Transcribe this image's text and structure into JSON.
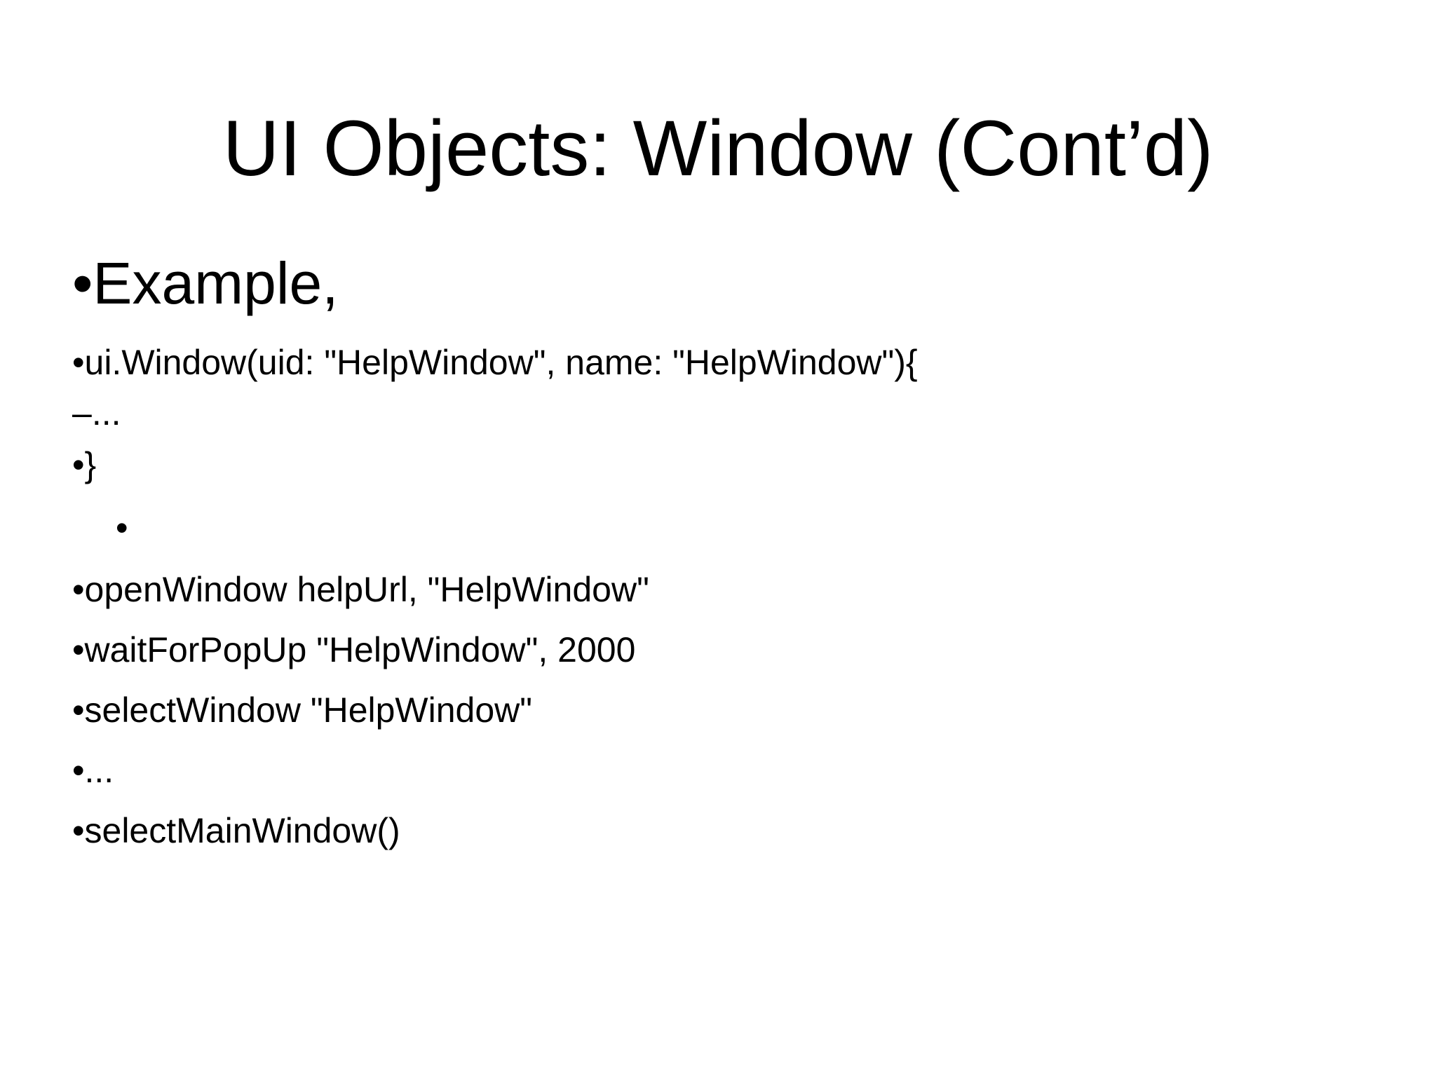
{
  "slide": {
    "title": "UI Objects: Window (Cont’d)",
    "colors": {
      "background": "#ffffff",
      "text": "#000000"
    },
    "lines": [
      {
        "marker": "•",
        "text": "Example,"
      },
      {
        "marker": "•",
        "text": "ui.Window(uid: \"HelpWindow\", name: \"HelpWindow\"){"
      },
      {
        "marker": "–",
        "text": "..."
      },
      {
        "marker": "•",
        "text": "}"
      },
      {
        "marker": "•",
        "text": ""
      },
      {
        "marker": "•",
        "text": "openWindow helpUrl, \"HelpWindow\""
      },
      {
        "marker": "•",
        "text": "waitForPopUp \"HelpWindow\", 2000"
      },
      {
        "marker": "•",
        "text": "selectWindow \"HelpWindow\""
      },
      {
        "marker": "•",
        "text": "..."
      },
      {
        "marker": "•",
        "text": "selectMainWindow()"
      }
    ]
  }
}
